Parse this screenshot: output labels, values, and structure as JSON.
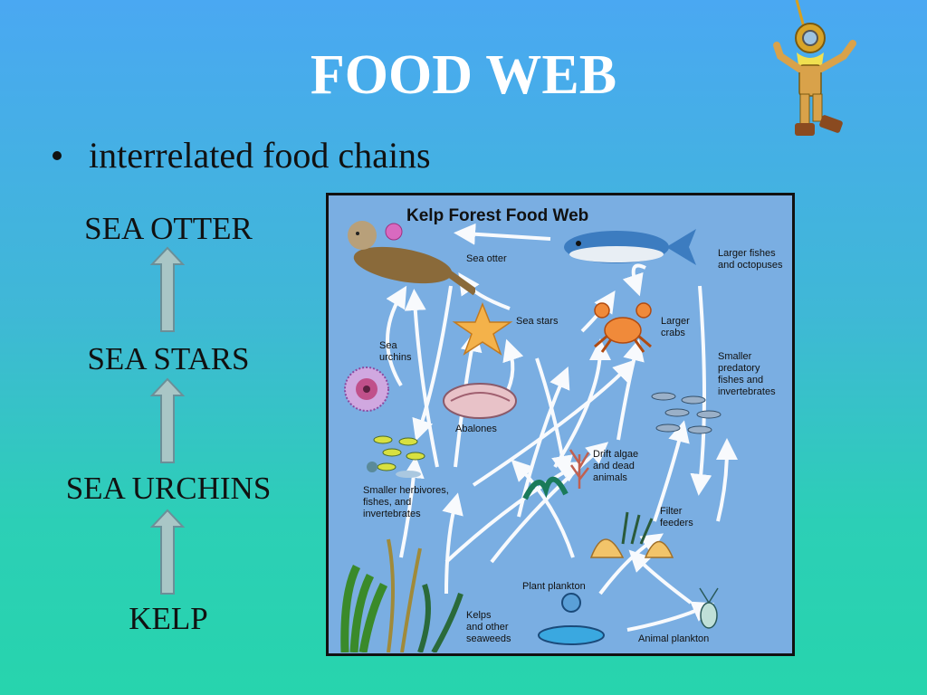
{
  "slide": {
    "title": "FOOD WEB",
    "bullet": "interrelated food chains"
  },
  "chain": {
    "items": [
      "SEA OTTER",
      "SEA STARS",
      "SEA URCHINS",
      "KELP"
    ]
  },
  "diagram": {
    "title": "Kelp Forest Food Web",
    "labels": {
      "sea_otter": "Sea otter",
      "larger_fishes": "Larger fishes\nand octopuses",
      "sea_stars": "Sea stars",
      "larger_crabs": "Larger\ncrabs",
      "sea_urchins": "Sea\nurchins",
      "smaller_predatory": "Smaller\npredatory\nfishes and\ninvertebrates",
      "abalones": "Abalones",
      "drift_algae": "Drift algae\nand dead\nanimals",
      "smaller_herbivores": "Smaller herbivores,\nfishes, and\ninvertebrates",
      "filter_feeders": "Filter\nfeeders",
      "plant_plankton": "Plant plankton",
      "kelps": "Kelps\nand other\nseaweeds",
      "animal_plankton": "Animal plankton"
    }
  },
  "colors": {
    "title": "#ffffff",
    "arrow_fill": "#a9c6c6",
    "diagram_bg": "#7aaee2"
  }
}
